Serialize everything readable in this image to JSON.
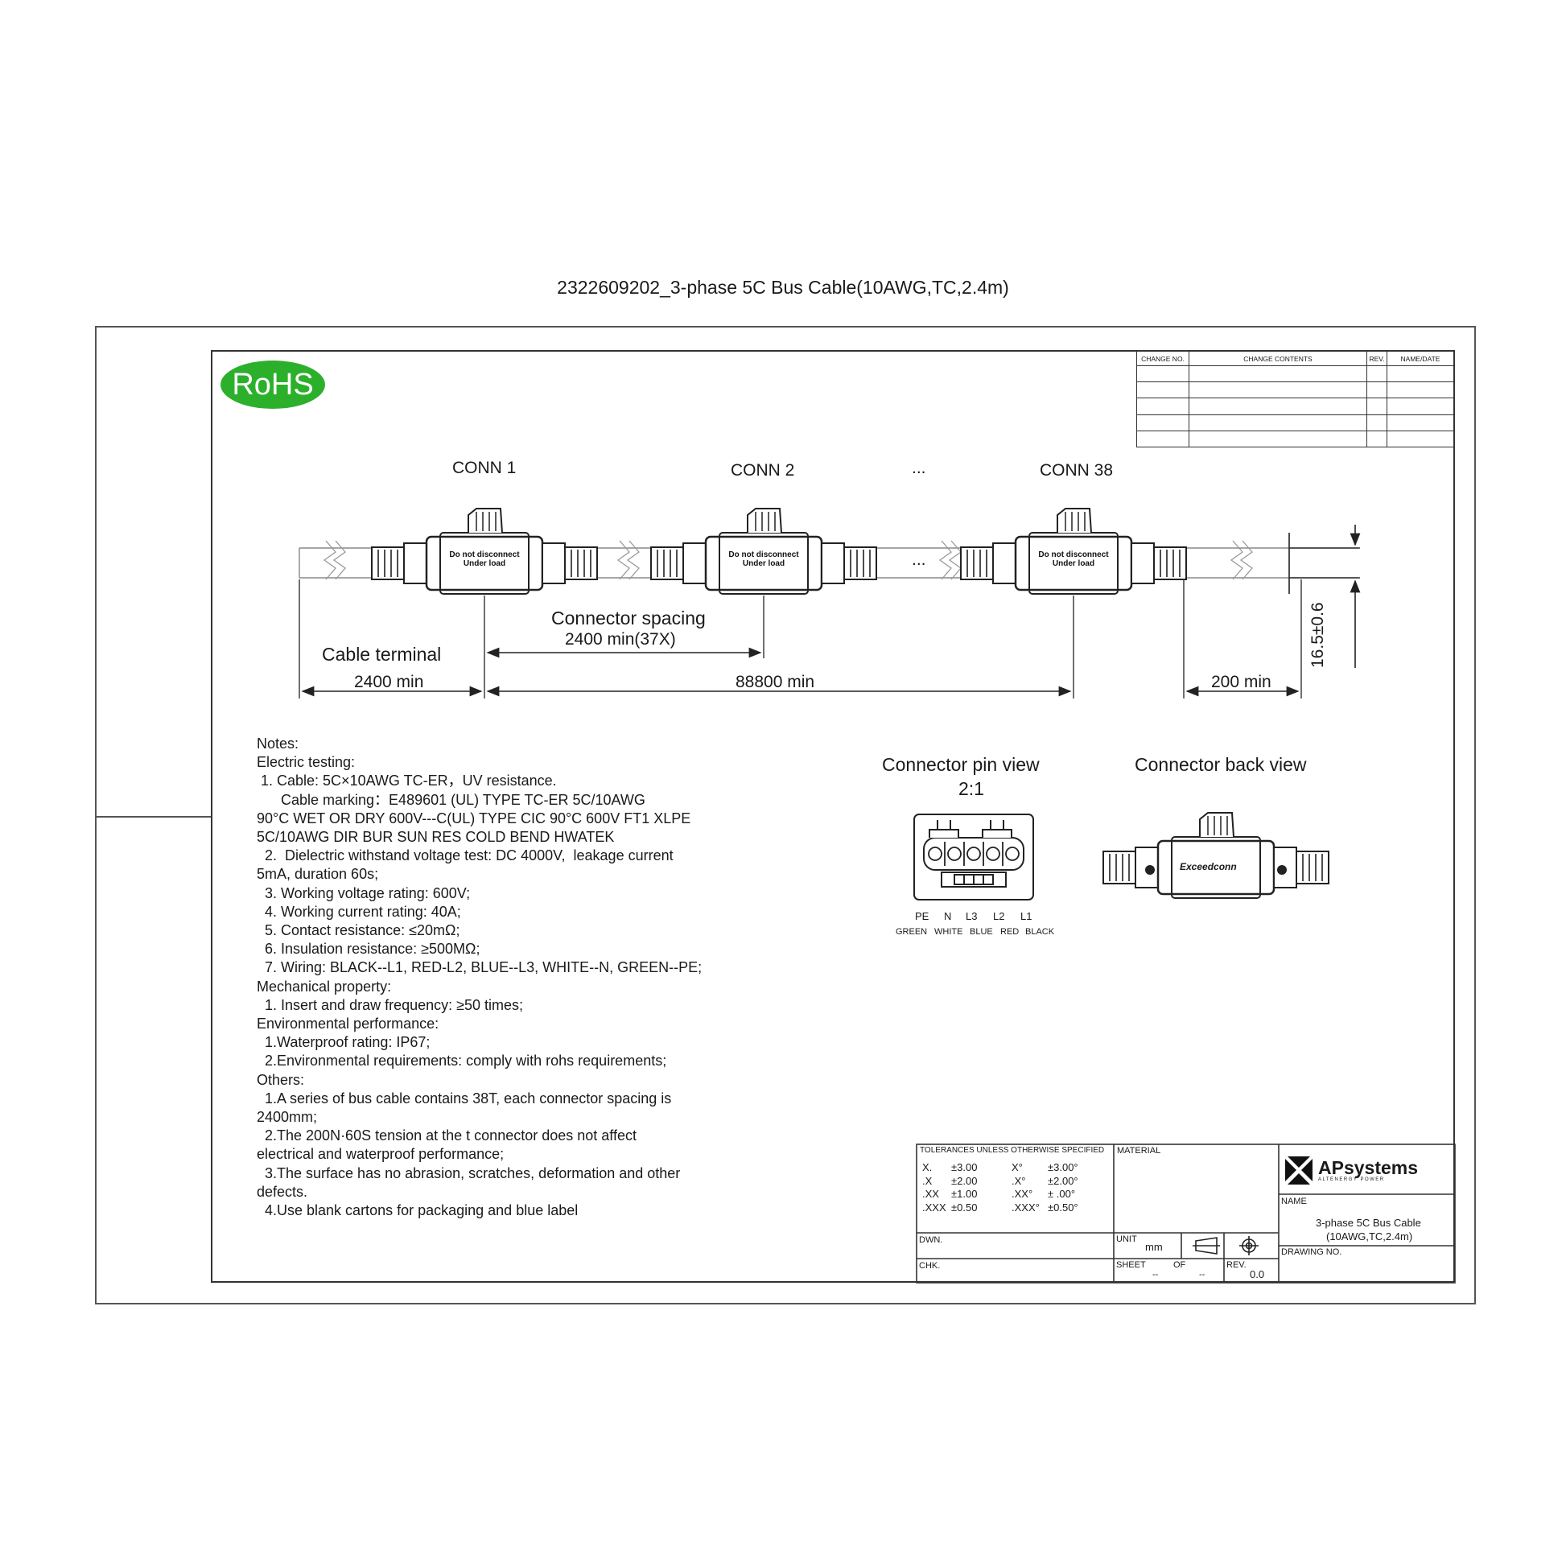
{
  "document": {
    "title": "2322609202_3-phase 5C Bus Cable(10AWG,TC,2.4m)",
    "rohs_badge": "RoHS"
  },
  "change_table": {
    "headers": [
      "CHANGE NO.",
      "CHANGE CONTENTS",
      "REV.",
      "NAME/DATE"
    ],
    "rows": 5
  },
  "drawing": {
    "conn_labels": [
      "CONN 1",
      "CONN 2",
      "CONN 38"
    ],
    "ellipsis": "...",
    "connector_caption": "Do not disconnect\nUnder load",
    "dimensions": {
      "connector_spacing_title": "Connector spacing",
      "connector_spacing_value": "2400 min(37X)",
      "cable_terminal_title": "Cable terminal",
      "cable_terminal_value": "2400 min",
      "total_value": "88800 min",
      "tail_value": "200 min",
      "diameter_value": "16.5±0.6"
    }
  },
  "pin_view": {
    "title": "Connector pin view",
    "scale": "2:1",
    "pins": [
      "PE",
      "N",
      "L3",
      "L2",
      "L1"
    ],
    "colors": [
      "GREEN",
      "WHITE",
      "BLUE",
      "RED",
      "BLACK"
    ]
  },
  "back_view": {
    "title": "Connector back view",
    "brand_mark": "Exceedconn"
  },
  "notes": [
    "Notes:",
    "Electric testing:",
    " 1. Cable: 5C×10AWG TC-ER，UV resistance.",
    "      Cable marking：E489601 (UL) TYPE TC-ER 5C/10AWG",
    "90°C WET OR DRY 600V---C(UL) TYPE CIC 90°C 600V FT1 XLPE",
    "5C/10AWG DIR BUR SUN RES COLD BEND HWATEK",
    "  2.  Dielectric withstand voltage test: DC 4000V,  leakage current",
    "5mA, duration 60s;",
    "  3. Working voltage rating: 600V;",
    "  4. Working current rating: 40A;",
    "  5. Contact resistance: ≤20mΩ;",
    "  6. Insulation resistance: ≥500MΩ;",
    "  7. Wiring: BLACK--L1, RED-L2, BLUE--L3, WHITE--N, GREEN--PE;",
    "Mechanical property:",
    "  1. Insert and draw frequency: ≥50 times;",
    "Environmental performance:",
    "  1.Waterproof rating: IP67;",
    "  2.Environmental requirements: comply with rohs requirements;",
    "Others:",
    "  1.A series of bus cable contains 38T, each connector spacing is",
    "2400mm;",
    "  2.The 200N·60S tension at the t connector does not affect",
    "electrical and waterproof performance;",
    "  3.The surface has no abrasion, scratches, deformation and other",
    "defects.",
    "  4.Use blank cartons for packaging and blue label"
  ],
  "title_block": {
    "tolerances_header": "TOLERANCES UNLESS OTHERWISE SPECIFIED",
    "tol_rows": [
      [
        "X.",
        "±3.00",
        "X°",
        "±3.00°"
      ],
      [
        ".X",
        "±2.00",
        ".X°",
        "±2.00°"
      ],
      [
        ".XX",
        "±1.00",
        ".XX°",
        "± .00°"
      ],
      [
        ".XXX",
        "±0.50",
        ".XXX°",
        "±0.50°"
      ]
    ],
    "material_label": "MATERIAL",
    "company": "APsystems",
    "company_tagline": "ALTENERGY POWER",
    "name_label": "NAME",
    "name_value_line1": "3-phase 5C Bus Cable",
    "name_value_line2": "(10AWG,TC,2.4m)",
    "dwn_label": "DWN.",
    "chk_label": "CHK.",
    "unit_label": "UNIT",
    "unit_value": "mm",
    "sheet_label": "SHEET",
    "sheet_value": "--",
    "of_label": "OF",
    "of_value": "--",
    "rev_label": "REV.",
    "rev_value": "0.0",
    "drawing_no_label": "DRAWING NO."
  }
}
